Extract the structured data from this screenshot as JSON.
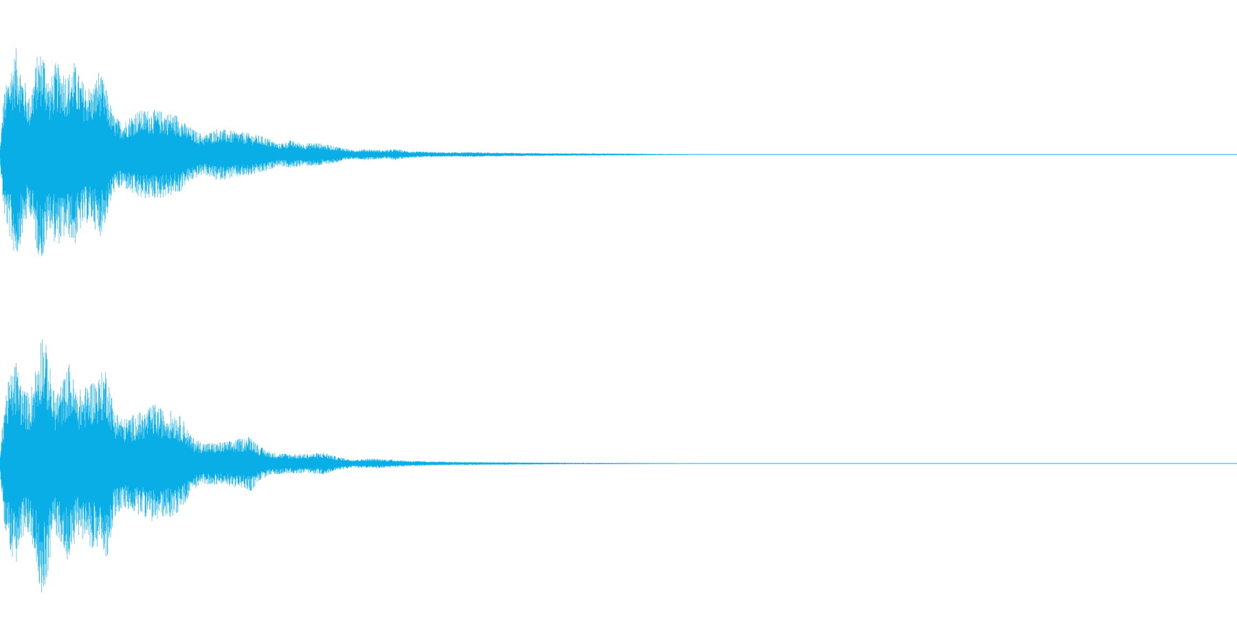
{
  "waveform": {
    "color": "#0aaee6",
    "background": "#ffffff",
    "channels": [
      {
        "name": "",
        "envelope": [
          [
            0.0,
            0.05
          ],
          [
            0.003,
            0.55
          ],
          [
            0.008,
            0.78
          ],
          [
            0.013,
            0.97
          ],
          [
            0.018,
            0.75
          ],
          [
            0.024,
            0.52
          ],
          [
            0.03,
            0.9
          ],
          [
            0.035,
            0.97
          ],
          [
            0.04,
            0.66
          ],
          [
            0.045,
            0.84
          ],
          [
            0.05,
            0.8
          ],
          [
            0.055,
            0.74
          ],
          [
            0.06,
            0.85
          ],
          [
            0.065,
            0.7
          ],
          [
            0.07,
            0.63
          ],
          [
            0.075,
            0.62
          ],
          [
            0.08,
            0.78
          ],
          [
            0.086,
            0.6
          ],
          [
            0.092,
            0.35
          ],
          [
            0.1,
            0.3
          ],
          [
            0.11,
            0.4
          ],
          [
            0.12,
            0.41
          ],
          [
            0.13,
            0.4
          ],
          [
            0.138,
            0.38
          ],
          [
            0.145,
            0.36
          ],
          [
            0.15,
            0.28
          ],
          [
            0.158,
            0.22
          ],
          [
            0.165,
            0.18
          ],
          [
            0.175,
            0.24
          ],
          [
            0.185,
            0.22
          ],
          [
            0.2,
            0.2
          ],
          [
            0.215,
            0.16
          ],
          [
            0.225,
            0.1
          ],
          [
            0.235,
            0.13
          ],
          [
            0.245,
            0.1
          ],
          [
            0.255,
            0.11
          ],
          [
            0.265,
            0.09
          ],
          [
            0.275,
            0.07
          ],
          [
            0.285,
            0.04
          ],
          [
            0.295,
            0.05
          ],
          [
            0.31,
            0.04
          ],
          [
            0.32,
            0.05
          ],
          [
            0.33,
            0.03
          ],
          [
            0.345,
            0.025
          ],
          [
            0.36,
            0.02
          ],
          [
            0.38,
            0.022
          ],
          [
            0.4,
            0.018
          ],
          [
            0.42,
            0.015
          ],
          [
            0.45,
            0.012
          ],
          [
            0.48,
            0.01
          ],
          [
            0.51,
            0.008
          ],
          [
            0.53,
            0.006
          ],
          [
            0.56,
            0.004
          ],
          [
            0.6,
            0.003
          ],
          [
            0.65,
            0.002
          ],
          [
            1.0,
            0.001
          ]
        ]
      },
      {
        "name": "",
        "envelope": [
          [
            0.0,
            0.06
          ],
          [
            0.004,
            0.5
          ],
          [
            0.008,
            0.62
          ],
          [
            0.013,
            0.74
          ],
          [
            0.018,
            0.55
          ],
          [
            0.024,
            0.5
          ],
          [
            0.03,
            0.75
          ],
          [
            0.034,
            0.97
          ],
          [
            0.038,
            0.82
          ],
          [
            0.044,
            0.5
          ],
          [
            0.05,
            0.58
          ],
          [
            0.056,
            0.72
          ],
          [
            0.062,
            0.52
          ],
          [
            0.068,
            0.54
          ],
          [
            0.074,
            0.6
          ],
          [
            0.08,
            0.62
          ],
          [
            0.086,
            0.7
          ],
          [
            0.092,
            0.4
          ],
          [
            0.1,
            0.32
          ],
          [
            0.11,
            0.36
          ],
          [
            0.118,
            0.38
          ],
          [
            0.125,
            0.43
          ],
          [
            0.132,
            0.38
          ],
          [
            0.14,
            0.38
          ],
          [
            0.148,
            0.32
          ],
          [
            0.155,
            0.19
          ],
          [
            0.165,
            0.15
          ],
          [
            0.175,
            0.15
          ],
          [
            0.185,
            0.16
          ],
          [
            0.195,
            0.18
          ],
          [
            0.203,
            0.2
          ],
          [
            0.21,
            0.12
          ],
          [
            0.22,
            0.08
          ],
          [
            0.235,
            0.07
          ],
          [
            0.25,
            0.07
          ],
          [
            0.262,
            0.08
          ],
          [
            0.272,
            0.05
          ],
          [
            0.285,
            0.03
          ],
          [
            0.3,
            0.035
          ],
          [
            0.315,
            0.03
          ],
          [
            0.33,
            0.02
          ],
          [
            0.35,
            0.015
          ],
          [
            0.37,
            0.012
          ],
          [
            0.39,
            0.01
          ],
          [
            0.42,
            0.008
          ],
          [
            0.45,
            0.006
          ],
          [
            0.48,
            0.005
          ],
          [
            0.51,
            0.004
          ],
          [
            0.54,
            0.003
          ],
          [
            0.6,
            0.002
          ],
          [
            1.0,
            0.001
          ]
        ]
      }
    ]
  }
}
